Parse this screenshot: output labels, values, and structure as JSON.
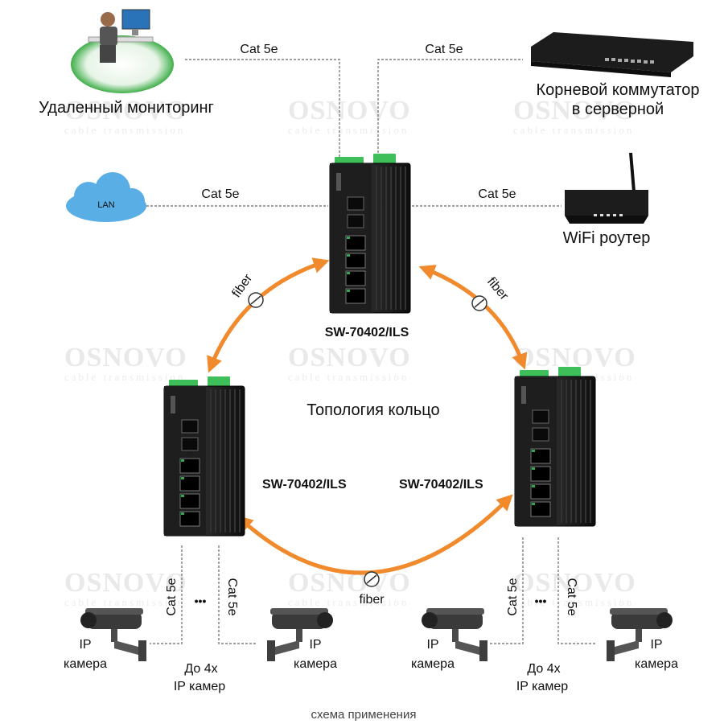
{
  "diagram": {
    "title": "Топология кольцо",
    "caption": "схема применения",
    "watermark": {
      "brand": "OSNOVO",
      "tagline": "cable transmission"
    },
    "colors": {
      "ring": "#f08a2c",
      "device": "#1b1b1b",
      "port_led": "#2fa84f",
      "terminal": "#3fbf5a",
      "cloud": "#5aaee6"
    },
    "nodes": {
      "remote_monitoring": {
        "label": "Удаленный мониторинг",
        "icon": "workstation-icon"
      },
      "root_switch": {
        "label_line1": "Корневой коммутатор",
        "label_line2": "в серверной",
        "icon": "rack-switch-icon"
      },
      "lan": {
        "label": "LAN",
        "icon": "cloud-icon"
      },
      "wifi_router": {
        "label": "WiFi роутер",
        "icon": "router-icon"
      },
      "switch_top": {
        "label": "SW-70402/ILS"
      },
      "switch_left": {
        "label": "SW-70402/ILS"
      },
      "switch_right": {
        "label": "SW-70402/ILS"
      },
      "camera_ll": {
        "label_line1": "IP",
        "label_line2": "камера"
      },
      "camera_lr": {
        "label_line1": "IP",
        "label_line2": "камера"
      },
      "camera_rl": {
        "label_line1": "IP",
        "label_line2": "камера"
      },
      "camera_rr": {
        "label_line1": "IP",
        "label_line2": "камера"
      }
    },
    "links": {
      "cat5e": "Cat 5e",
      "fiber": "fiber",
      "ellipsis": "•••",
      "upto_line1": "До 4х",
      "upto_line2": "IP камер"
    }
  }
}
